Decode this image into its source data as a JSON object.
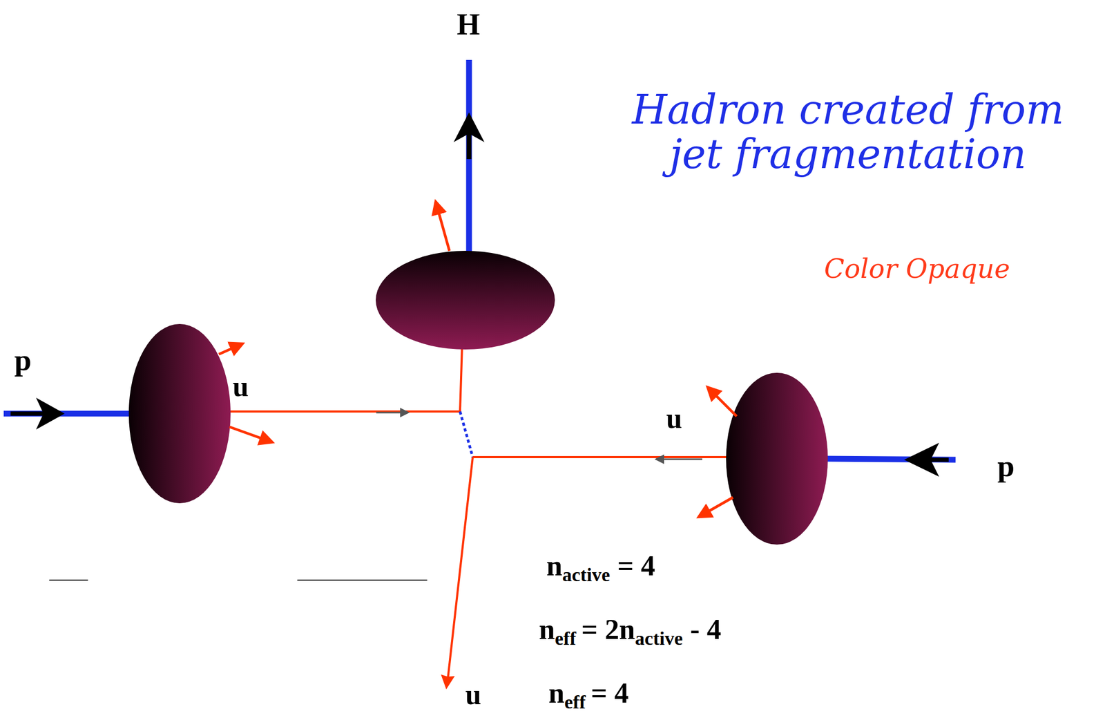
{
  "diagram": {
    "title": "Hadron created from jet fragmentation",
    "labels": [
      "H",
      "Color Opaque",
      "p",
      "u",
      "u",
      "p",
      "n",
      "active",
      "= 4",
      "n",
      "eff",
      "= 2n",
      "active",
      "- 4",
      "n",
      "eff",
      "= 4",
      "u"
    ]
  }
}
